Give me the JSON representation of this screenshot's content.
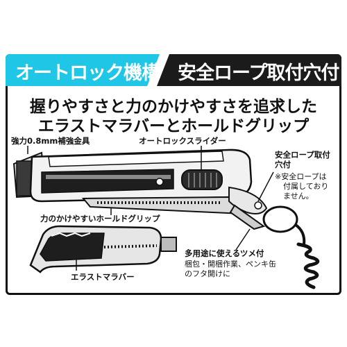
{
  "header": {
    "left": "オートロック機構",
    "right": "安全ロープ取付穴付",
    "colors": {
      "dark": "#1b1b1b",
      "accent": "#1fc6e6"
    }
  },
  "headline": {
    "line1": "握りやすさと力のかけやすさを追求した",
    "line2": "エラストマラバーとホールドグリップ"
  },
  "labels": {
    "metal": "強力0.8mm補強金具",
    "slider": "オートロックスライダー",
    "rope_hole": {
      "line1": "安全ロープ取付",
      "line2": "穴付"
    },
    "rope_note": {
      "line1": "※安全ロープは",
      "line2": "付属しており",
      "line3": "ません。"
    },
    "grip": "力のかけやすいホールドグリップ",
    "claw": "多用途に使えるツメ付",
    "claw_desc": {
      "line1": "梱包・開梱作業、ペンキ缶",
      "line2": "のフタ開けに"
    },
    "rubber": "エラストマラバー"
  }
}
